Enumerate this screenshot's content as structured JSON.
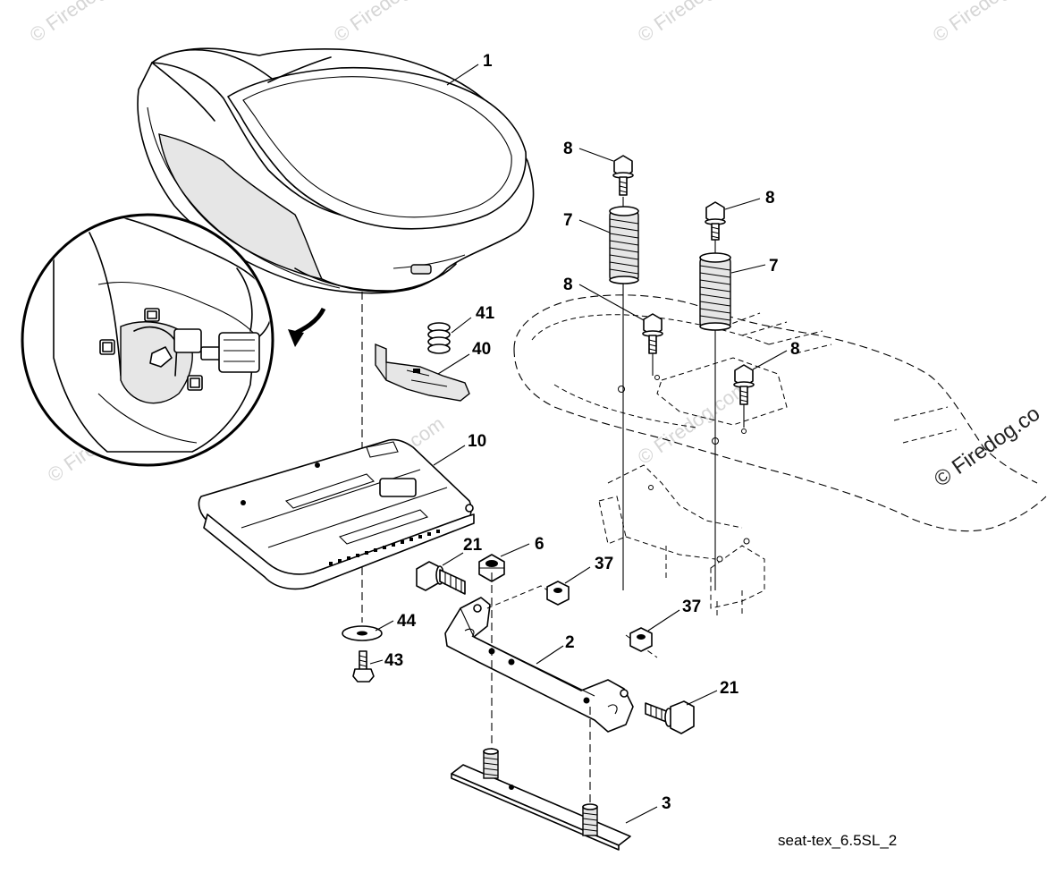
{
  "diagram": {
    "reference_code": "seat-tex_6.5SL_2",
    "watermark": "© Firedog.com",
    "watermark_corner": "© Firedog.co",
    "callouts": {
      "seat": "1",
      "bracket": "2",
      "mount_plate": "3",
      "nut_6": "6",
      "spring_left": "7",
      "spring_right": "7",
      "bolt_8_top_left": "8",
      "bolt_8_top_right": "8",
      "bolt_8_mid_left": "8",
      "bolt_8_mid_right": "8",
      "seat_pan": "10",
      "bolt_21_left": "21",
      "bolt_21_right": "21",
      "nut_37_upper": "37",
      "nut_37_lower": "37",
      "clip": "40",
      "spring_small": "41",
      "screw_43": "43",
      "washer_44": "44"
    }
  }
}
